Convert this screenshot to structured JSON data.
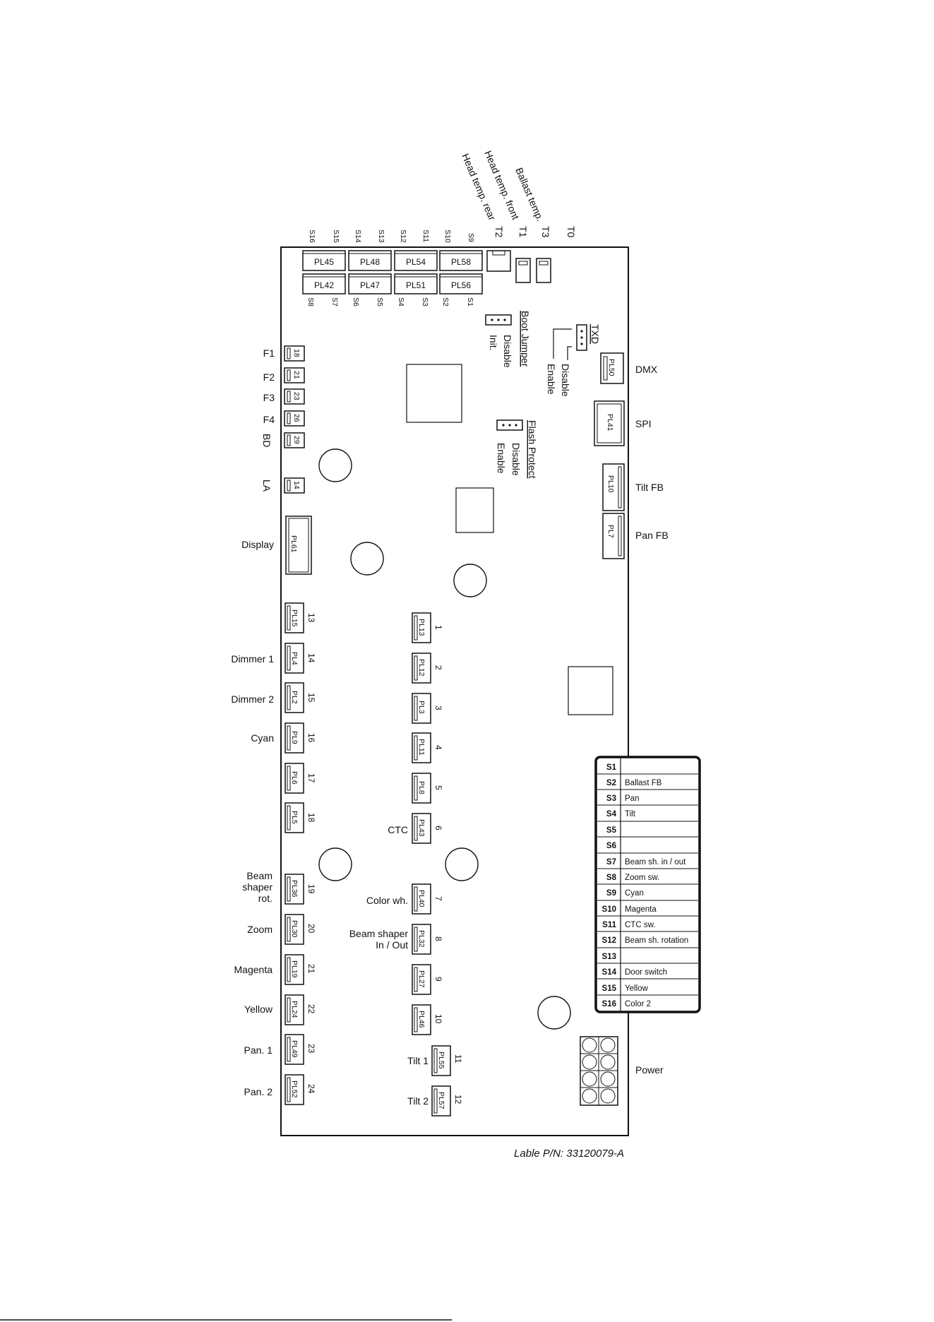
{
  "top_labels": {
    "ballast": "Ballast temp.",
    "head_front": "Head temp. front",
    "head_rear": "Head temp. rear",
    "t0": "T0",
    "t1": "T1",
    "t2": "T2",
    "t3": "T3"
  },
  "sensor_top": [
    "S16",
    "S15",
    "S14",
    "S13",
    "S12",
    "S11",
    "S10",
    "S9"
  ],
  "sensor_bottom": [
    "S8",
    "S7",
    "S6",
    "S5",
    "S4",
    "S3",
    "S2",
    "S1"
  ],
  "plugs_top": [
    "PL45",
    "PL48",
    "PL54",
    "PL58"
  ],
  "plugs_bottom": [
    "PL42",
    "PL47",
    "PL51",
    "PL56"
  ],
  "boot_jumper": {
    "title": "Boot Jumper",
    "opt1": "Disable",
    "opt2": "Init."
  },
  "txd": {
    "title": "TXD",
    "opt1": "Disable",
    "opt2": "Enable"
  },
  "flash": {
    "title": "Flash Protect",
    "opt1": "Disable",
    "opt2": "Enable"
  },
  "fuses": [
    {
      "label": "F1",
      "code": "18"
    },
    {
      "label": "F2",
      "code": "21"
    },
    {
      "label": "F3",
      "code": "23"
    },
    {
      "label": "F4",
      "code": "26"
    },
    {
      "label": "BD",
      "code": "29"
    },
    {
      "label": "LA",
      "code": "14"
    }
  ],
  "right_connectors": [
    {
      "plug": "PL50",
      "label": "DMX"
    },
    {
      "plug": "PL41",
      "label": "SPI"
    },
    {
      "plug": "PL10",
      "label": "Tilt FB"
    },
    {
      "plug": "PL7",
      "label": "Pan FB"
    }
  ],
  "display": {
    "plug": "PL61",
    "label": "Display"
  },
  "left_motors": [
    {
      "plug": "PL15",
      "num": "13",
      "label": ""
    },
    {
      "plug": "PL4",
      "num": "14",
      "label": "Dimmer 1"
    },
    {
      "plug": "PL2",
      "num": "15",
      "label": "Dimmer 2"
    },
    {
      "plug": "PL9",
      "num": "16",
      "label": "Cyan"
    },
    {
      "plug": "PL6",
      "num": "17",
      "label": ""
    },
    {
      "plug": "PL5",
      "num": "18",
      "label": ""
    },
    {
      "plug": "PL36",
      "num": "19",
      "label": "Beam shaper rot."
    },
    {
      "plug": "PL30",
      "num": "20",
      "label": "Zoom"
    },
    {
      "plug": "PL19",
      "num": "21",
      "label": "Magenta"
    },
    {
      "plug": "PL24",
      "num": "22",
      "label": "Yellow"
    },
    {
      "plug": "PL49",
      "num": "23",
      "label": "Pan. 1"
    },
    {
      "plug": "PL52",
      "num": "24",
      "label": "Pan. 2"
    }
  ],
  "mid_motors": [
    {
      "plug": "PL13",
      "num": "1",
      "label": ""
    },
    {
      "plug": "PL12",
      "num": "2",
      "label": ""
    },
    {
      "plug": "PL3",
      "num": "3",
      "label": ""
    },
    {
      "plug": "PL11",
      "num": "4",
      "label": ""
    },
    {
      "plug": "PL8",
      "num": "5",
      "label": ""
    },
    {
      "plug": "PL43",
      "num": "6",
      "label": "CTC"
    },
    {
      "plug": "PL40",
      "num": "7",
      "label": "Color wh."
    },
    {
      "plug": "PL32",
      "num": "8",
      "label": "Beam shaper In / Out"
    },
    {
      "plug": "PL27",
      "num": "9",
      "label": ""
    },
    {
      "plug": "PL46",
      "num": "10",
      "label": ""
    },
    {
      "plug": "PL55",
      "num": "11",
      "label": "Tilt 1"
    },
    {
      "plug": "PL57",
      "num": "12",
      "label": "Tilt 2"
    }
  ],
  "sensor_table": [
    {
      "id": "S1",
      "name": ""
    },
    {
      "id": "S2",
      "name": "Ballast FB"
    },
    {
      "id": "S3",
      "name": "Pan"
    },
    {
      "id": "S4",
      "name": "Tilt"
    },
    {
      "id": "S5",
      "name": ""
    },
    {
      "id": "S6",
      "name": ""
    },
    {
      "id": "S7",
      "name": "Beam sh. in / out"
    },
    {
      "id": "S8",
      "name": "Zoom sw."
    },
    {
      "id": "S9",
      "name": "Cyan"
    },
    {
      "id": "S10",
      "name": "Magenta"
    },
    {
      "id": "S11",
      "name": "CTC sw."
    },
    {
      "id": "S12",
      "name": "Beam sh. rotation"
    },
    {
      "id": "S13",
      "name": ""
    },
    {
      "id": "S14",
      "name": "Door switch"
    },
    {
      "id": "S15",
      "name": "Yellow"
    },
    {
      "id": "S16",
      "name": "Color 2"
    }
  ],
  "power_label": "Power",
  "footer": "Lable P/N: 33120079-A"
}
